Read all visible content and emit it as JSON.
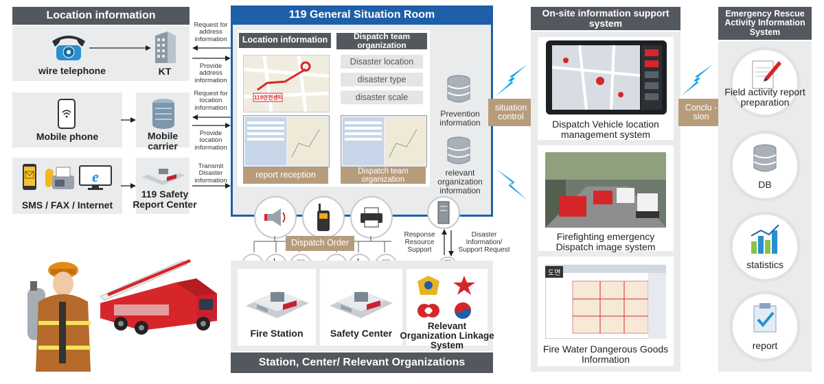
{
  "location_info": {
    "title": "Location information",
    "wire_telephone": "wire telephone",
    "kt": "KT",
    "mobile_phone": "Mobile phone",
    "mobile_carrier": "Mobile carrier",
    "sms_fax_internet": "SMS / FAX / Internet",
    "safety_report_center": "119 Safety Report Center",
    "req_address": "Request for address information",
    "provide_address": "Provide address information",
    "req_location": "Request for location information",
    "provide_location": "Provide location information",
    "transmit_disaster": "Transmit Disaster information"
  },
  "situation_room": {
    "title": "119 General Situation Room",
    "location_info_label": "Location information",
    "dispatch_team_org_label": "Dispatch team organization",
    "disaster_location": "Disaster location",
    "disaster_type": "disaster type",
    "disaster_scale": "disaster scale",
    "report_reception": "report reception",
    "dispatch_team_org_bottom": "Dispatch team organization",
    "prevention_info": "Prevention information",
    "relevant_org_info": "relevant organization information",
    "map_text": "119안전센터"
  },
  "situation_control": "situation control",
  "dispatch_order": "Dispatch Order",
  "response_resource_support": "Response Resource Support",
  "disaster_info_support_request": "Disaster Information/ Support Request",
  "stations": {
    "fire_station": "Fire Station",
    "safety_center": "Safety Center",
    "relevant_org_linkage": "Relevant Organization Linkage System",
    "footer": "Station, Center/ Relevant Organizations"
  },
  "onsite": {
    "title": "On-site information support system",
    "dispatch_vehicle": "Dispatch Vehicle location management system",
    "firefighting_image": "Firefighting emergency Dispatch image system",
    "fire_water": "Fire Water Dangerous Goods Information",
    "drawing_tag": "도면"
  },
  "conclusion": "Conclu -sion",
  "rescue": {
    "title": "Emergency Rescue Activity Information System",
    "field_report": "Field activity report preparation",
    "db": "DB",
    "statistics": "statistics",
    "report": "report"
  },
  "colors": {
    "header_gray": "#53575e",
    "tan": "#b79c7c",
    "panel_gray": "#eaebed",
    "situation_blue": "#1e5fa8",
    "lightning_blue": "#1aa0e6",
    "fire_red": "#d7262a"
  }
}
